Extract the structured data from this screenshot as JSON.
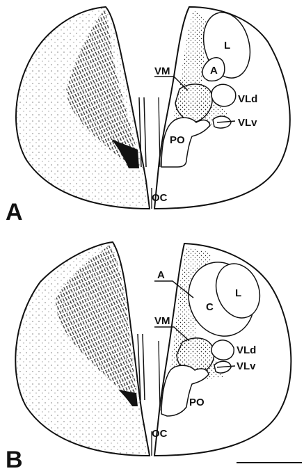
{
  "panels": [
    {
      "letter": "A",
      "labels": {
        "L": "L",
        "A": "A",
        "VM": "VM",
        "VLd": "VLd",
        "VLv": "VLv",
        "PO": "PO",
        "OC": "OC"
      }
    },
    {
      "letter": "B",
      "labels": {
        "A": "A",
        "C": "C",
        "L": "L",
        "VM": "VM",
        "VLd": "VLd",
        "VLv": "VLv",
        "PO": "PO",
        "OC": "OC"
      }
    }
  ],
  "colors": {
    "ink": "#111111",
    "paper": "#ffffff"
  }
}
